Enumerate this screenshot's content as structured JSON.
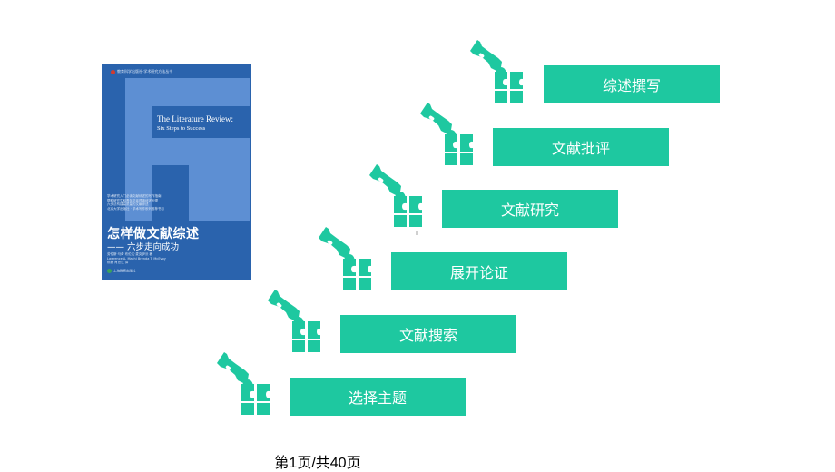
{
  "book": {
    "series": "教育科学出版社·学术研究方法丛书",
    "title_en_line1": "The Literature Review:",
    "title_en_line2": "Six Steps to Success",
    "fine_print": [
      "学术研究入门必读文献综述的写作指南",
      "帮助研究生和青年学者理清综述步骤",
      "六步法构建高质量的文献综述",
      "北京大学出版社 · 学术写作系列推荐书目"
    ],
    "title_zh": "怎样做文献综述",
    "subtitle_zh": "—— 六步走向成功",
    "authors": [
      "劳伦斯·马奇 布伦达·麦克伊沃 著",
      "Lawrence A. Machi Brenda T. McEvoy",
      "陈静 肖思汉 译"
    ],
    "publisher": "上海教育出版社"
  },
  "steps": [
    {
      "label": "综述撰写"
    },
    {
      "label": "文献批评"
    },
    {
      "label": "文献研究"
    },
    {
      "label": "展开论证"
    },
    {
      "label": "文献搜索"
    },
    {
      "label": "选择主题"
    }
  ],
  "icon_name": "hand-puzzle-icon",
  "accent_color": "#1ec8a0",
  "footer": {
    "page_text": "第1页/共40页"
  }
}
